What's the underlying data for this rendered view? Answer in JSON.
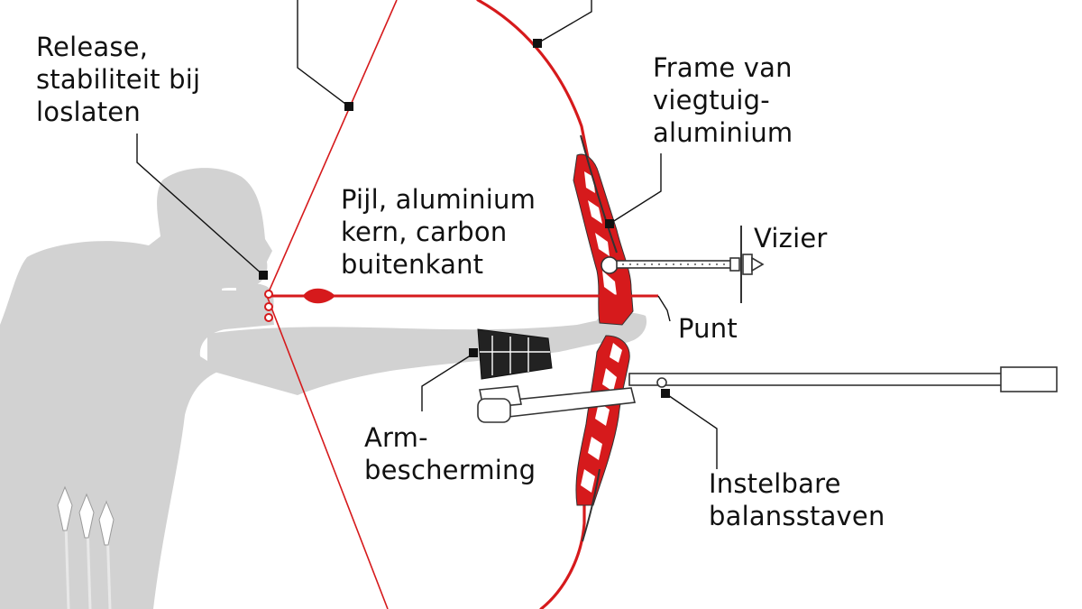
{
  "colors": {
    "silhouette": "#d2d2d2",
    "bow_red": "#d61a1c",
    "string_red": "#d61a1c",
    "leader": "#111111",
    "metal": "#ffffff",
    "outline": "#333333"
  },
  "labels": {
    "release": [
      "Release,",
      "stabiliteit bij",
      "loslaten"
    ],
    "frame": [
      "Frame van",
      "viegtuig-",
      "aluminium"
    ],
    "arrow": [
      "Pijl, aluminium",
      "kern, carbon",
      "buitenkant"
    ],
    "sight": [
      "Vizier"
    ],
    "point": [
      "Punt"
    ],
    "armguard": [
      "Arm-",
      "bescherming"
    ],
    "stabilizers": [
      "Instelbare",
      "balansstaven"
    ]
  }
}
